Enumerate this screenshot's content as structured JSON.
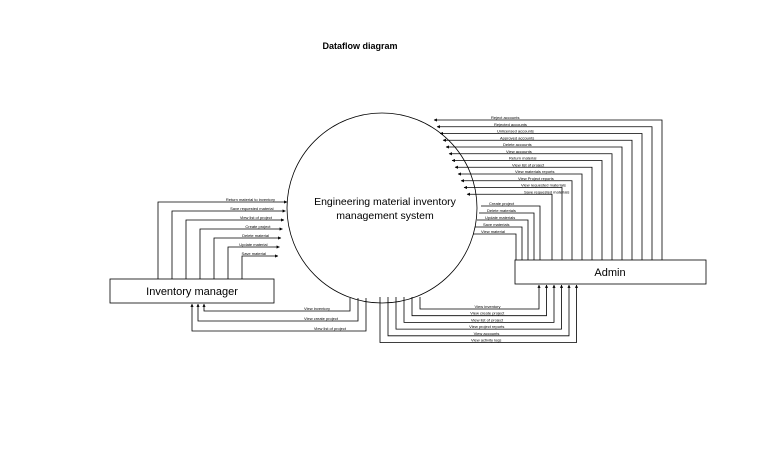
{
  "title": "Dataflow diagram",
  "process": {
    "line1": "Engineering material inventory",
    "line2": "management system"
  },
  "entities": {
    "inventory_manager": "Inventory manager",
    "admin": "Admin"
  },
  "admin_inputs": [
    "Reject accounts",
    "Rejected accounts",
    "Unlicensed accounts",
    "Approved accounts",
    "Delete accounts",
    "View accounts",
    "Return material",
    "View list of project",
    "View materials reports",
    "View Project reports",
    "View requested materials",
    "Save requested materials"
  ],
  "admin_outputs": [
    "Create project",
    "Delete materials",
    "Update materials",
    "Save materials",
    "View material"
  ],
  "admin_bottom": [
    "View inventory",
    "View create project",
    "View list of project",
    "View project reports",
    "View accounts",
    "View activity logs"
  ],
  "im_top": [
    "Return material to inventory",
    "Save requested material",
    "View list of project",
    "Create project",
    "Delete material",
    "Update material",
    "Save material"
  ],
  "im_bottom": [
    "View inventory",
    "View create project",
    "View list of project"
  ]
}
